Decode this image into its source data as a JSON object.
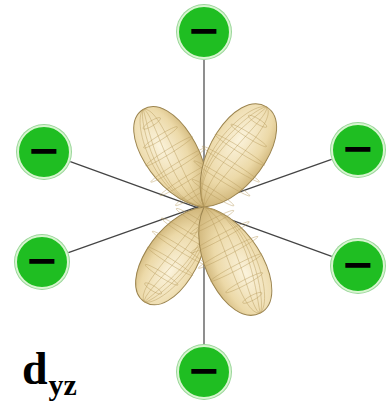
{
  "diagram": {
    "nodes": [
      {
        "text": [
          "−"
        ]
      },
      {
        "text": [
          "−"
        ]
      },
      {
        "text": [
          "−"
        ]
      },
      {
        "text": [
          "−"
        ]
      },
      {
        "text": [
          "−"
        ]
      },
      {
        "text": [
          "−"
        ]
      }
    ],
    "edges": [
      {
        "from": 0,
        "to": 5,
        "arrow": "none"
      },
      {
        "from": 1,
        "to": 4,
        "arrow": "none"
      },
      {
        "from": 2,
        "to": 3,
        "arrow": "none"
      }
    ],
    "labels": [
      "d",
      "yz"
    ]
  }
}
